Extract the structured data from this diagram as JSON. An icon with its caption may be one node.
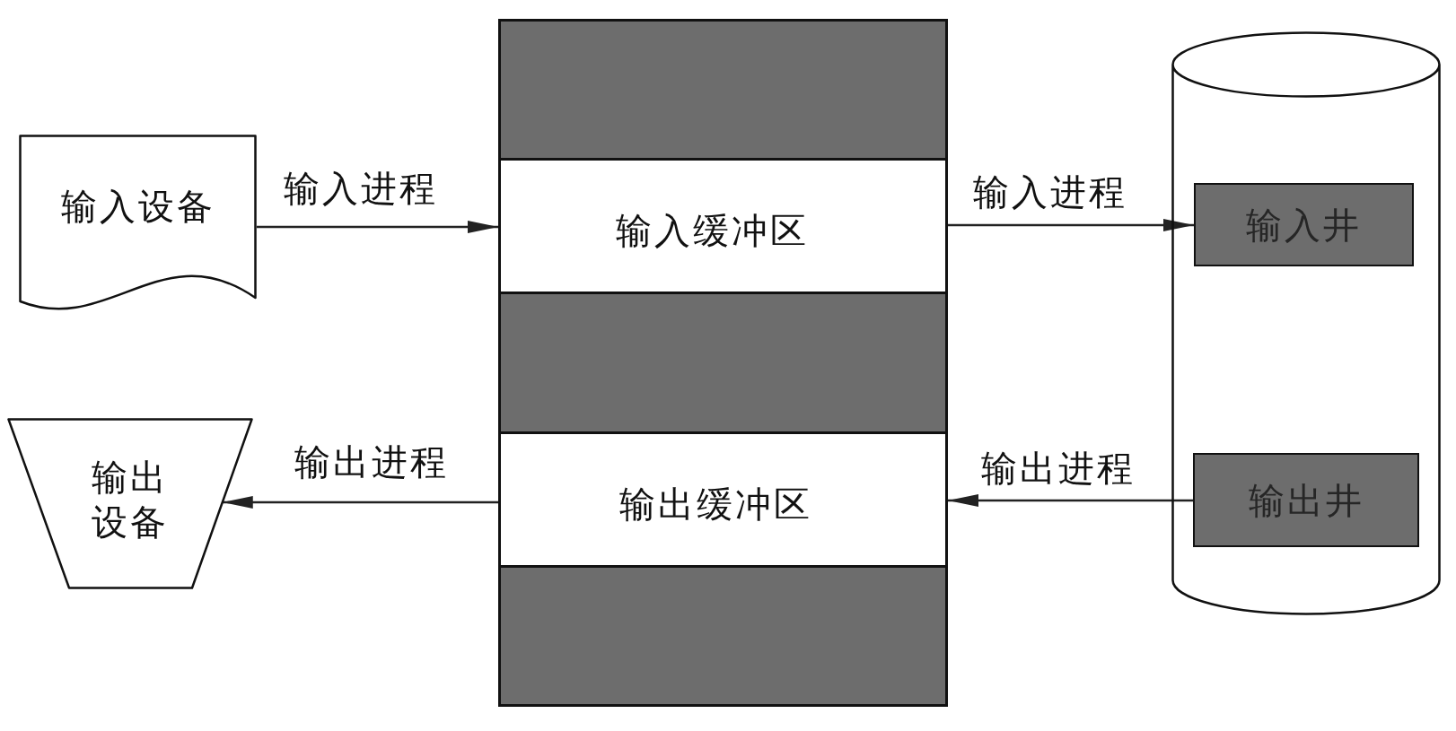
{
  "diagram": {
    "nodes": [
      {
        "text": [
          "输入设备"
        ]
      },
      {
        "text": [
          "输出设备"
        ]
      },
      {
        "text": [],
        "shape": "box"
      },
      {
        "text": [
          "输入缓冲区"
        ],
        "in": 2
      },
      {
        "text": [
          "输出缓冲区"
        ],
        "in": 2
      },
      {
        "text": [],
        "shape": "cylinder"
      },
      {
        "text": [
          "输入井"
        ],
        "in": 5
      },
      {
        "text": [
          "输出井"
        ],
        "in": 5
      }
    ],
    "edges": [
      {
        "from": 0,
        "to": 3,
        "arrow": "to",
        "label": "输入进程"
      },
      {
        "from": 3,
        "to": 6,
        "arrow": "to",
        "label": "输入进程"
      },
      {
        "from": 7,
        "to": 4,
        "arrow": "to",
        "label": "输出进程"
      },
      {
        "from": 4,
        "to": 1,
        "arrow": "to",
        "label": "输出进程"
      }
    ]
  }
}
